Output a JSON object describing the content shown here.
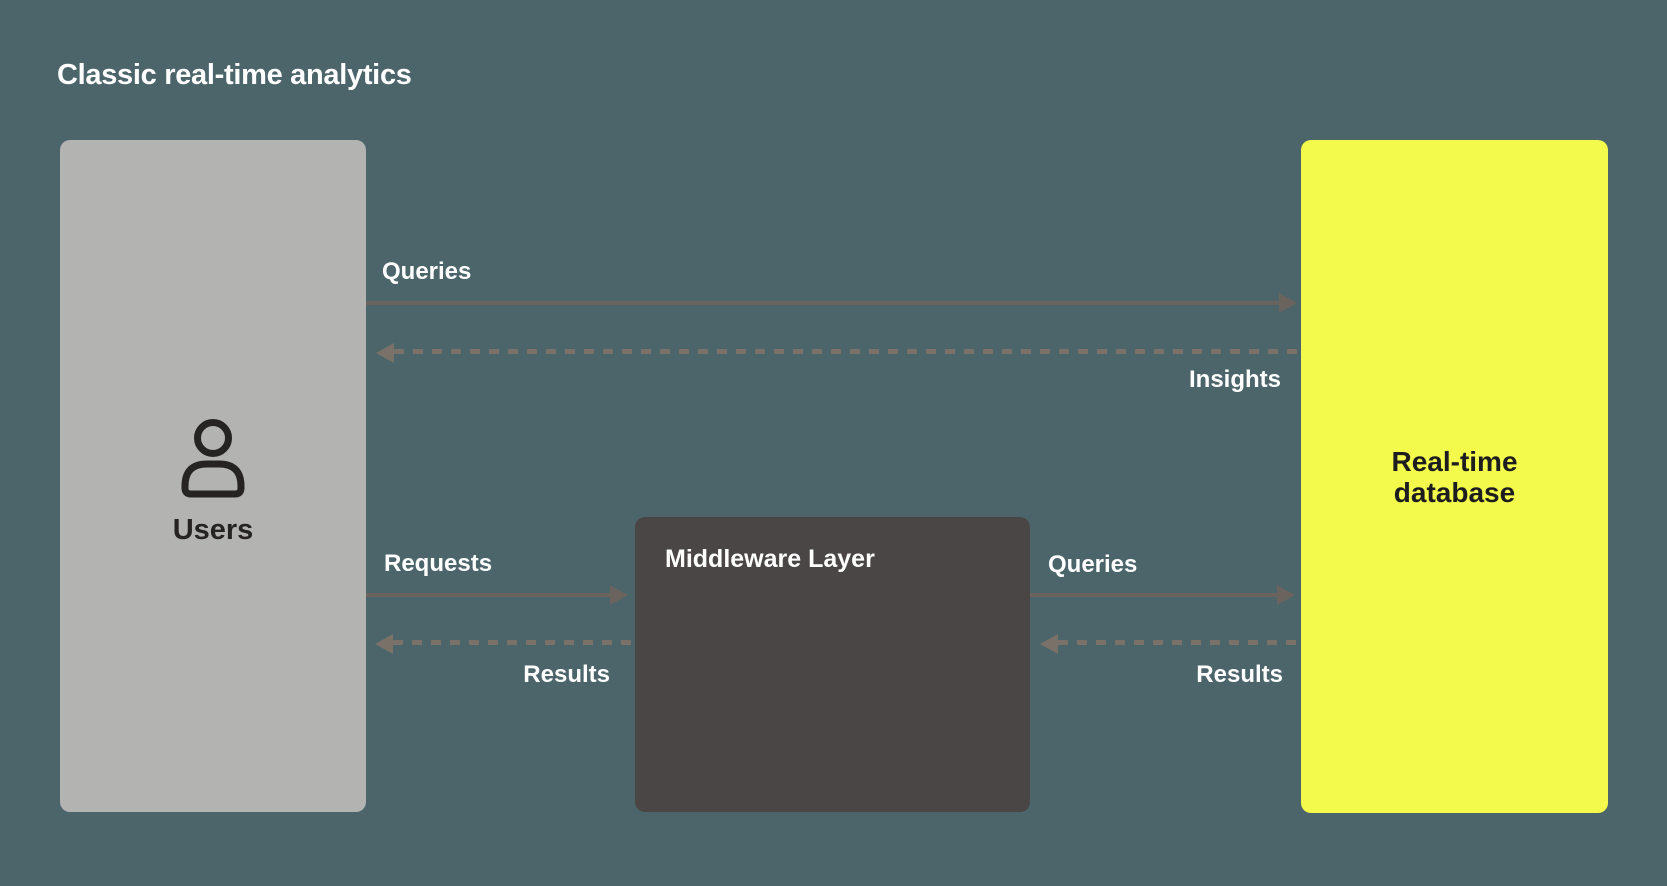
{
  "title": "Classic real-time analytics",
  "colors": {
    "background": "#4c656b",
    "users_box": "#b3b3b2",
    "middleware_box": "#4a4646",
    "database_box": "#f3fa4b",
    "solid_arrow": "#6b645e",
    "dashed_arrow": "#7a7268",
    "flow_label_text": "#ffffff",
    "users_text": "#262422",
    "database_text": "#1d1d1f"
  },
  "nodes": {
    "users": {
      "label": "Users",
      "icon": "person-icon"
    },
    "middleware": {
      "label": "Middleware Layer"
    },
    "database": {
      "label": "Real-time database"
    }
  },
  "flows": {
    "queries_top": {
      "label": "Queries",
      "style": "solid",
      "from": "users",
      "to": "database"
    },
    "insights": {
      "label": "Insights",
      "style": "dashed",
      "from": "database",
      "to": "users"
    },
    "requests": {
      "label": "Requests",
      "style": "solid",
      "from": "users",
      "to": "middleware"
    },
    "results_left": {
      "label": "Results",
      "style": "dashed",
      "from": "middleware",
      "to": "users"
    },
    "queries_right": {
      "label": "Queries",
      "style": "solid",
      "from": "middleware",
      "to": "database"
    },
    "results_right": {
      "label": "Results",
      "style": "dashed",
      "from": "database",
      "to": "middleware"
    }
  }
}
